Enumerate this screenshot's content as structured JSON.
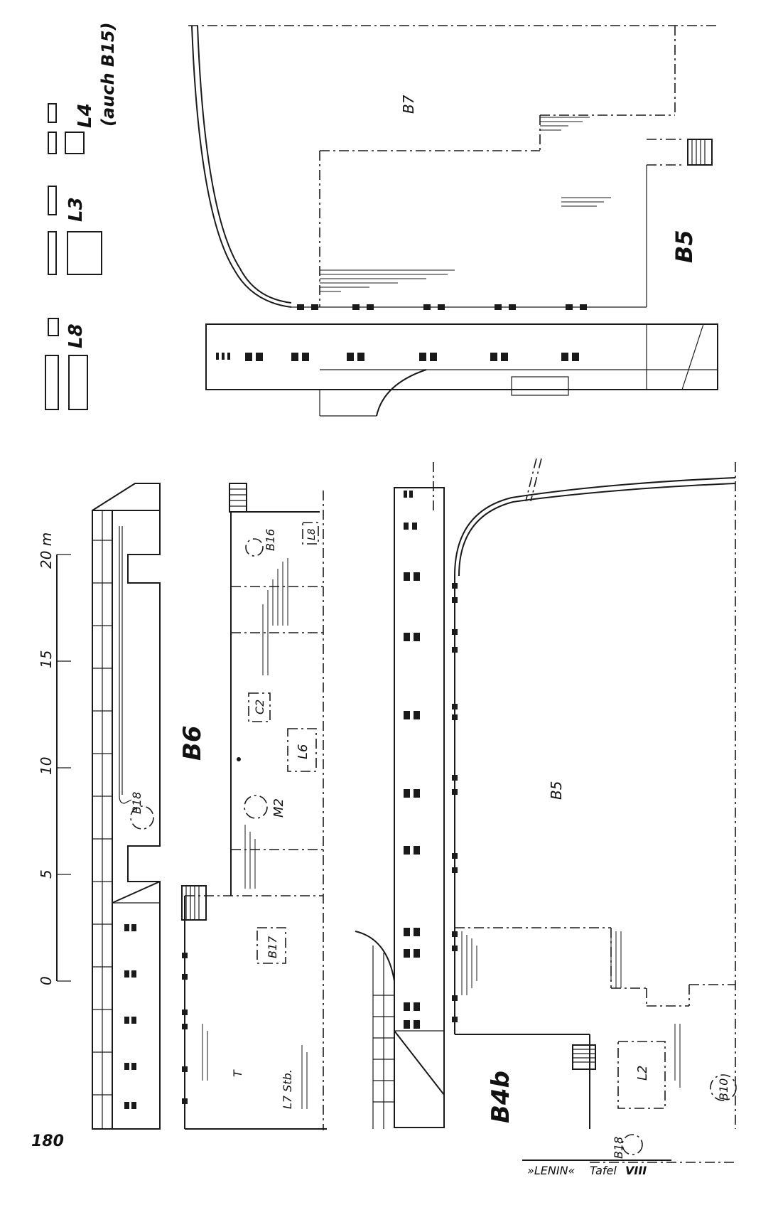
{
  "page": {
    "number": "180",
    "footer_title": "»LENIN«",
    "footer_plate": "Tafel",
    "footer_plate_num": "VIII"
  },
  "legend": {
    "items": [
      {
        "label": "L8"
      },
      {
        "label": "L3"
      },
      {
        "label": "L4"
      },
      {
        "label": "(auch B15)"
      }
    ]
  },
  "scale": {
    "ticks": [
      "0",
      "5",
      "10",
      "15",
      "20 m"
    ]
  },
  "deck_labels": {
    "b7": "B7",
    "b5_top": "B5",
    "b5_main": "B5",
    "b6": "B6",
    "b4b": "B4b",
    "b16": "B16",
    "b17": "B17",
    "b18_top": "B18",
    "b18_bottom": "B18",
    "b10": "B10",
    "l8_box": "L8",
    "l6_box": "L6",
    "l2_box": "L2",
    "c2": "C2",
    "m2": "M2",
    "l7": "L7 Stb.",
    "t": "T"
  }
}
